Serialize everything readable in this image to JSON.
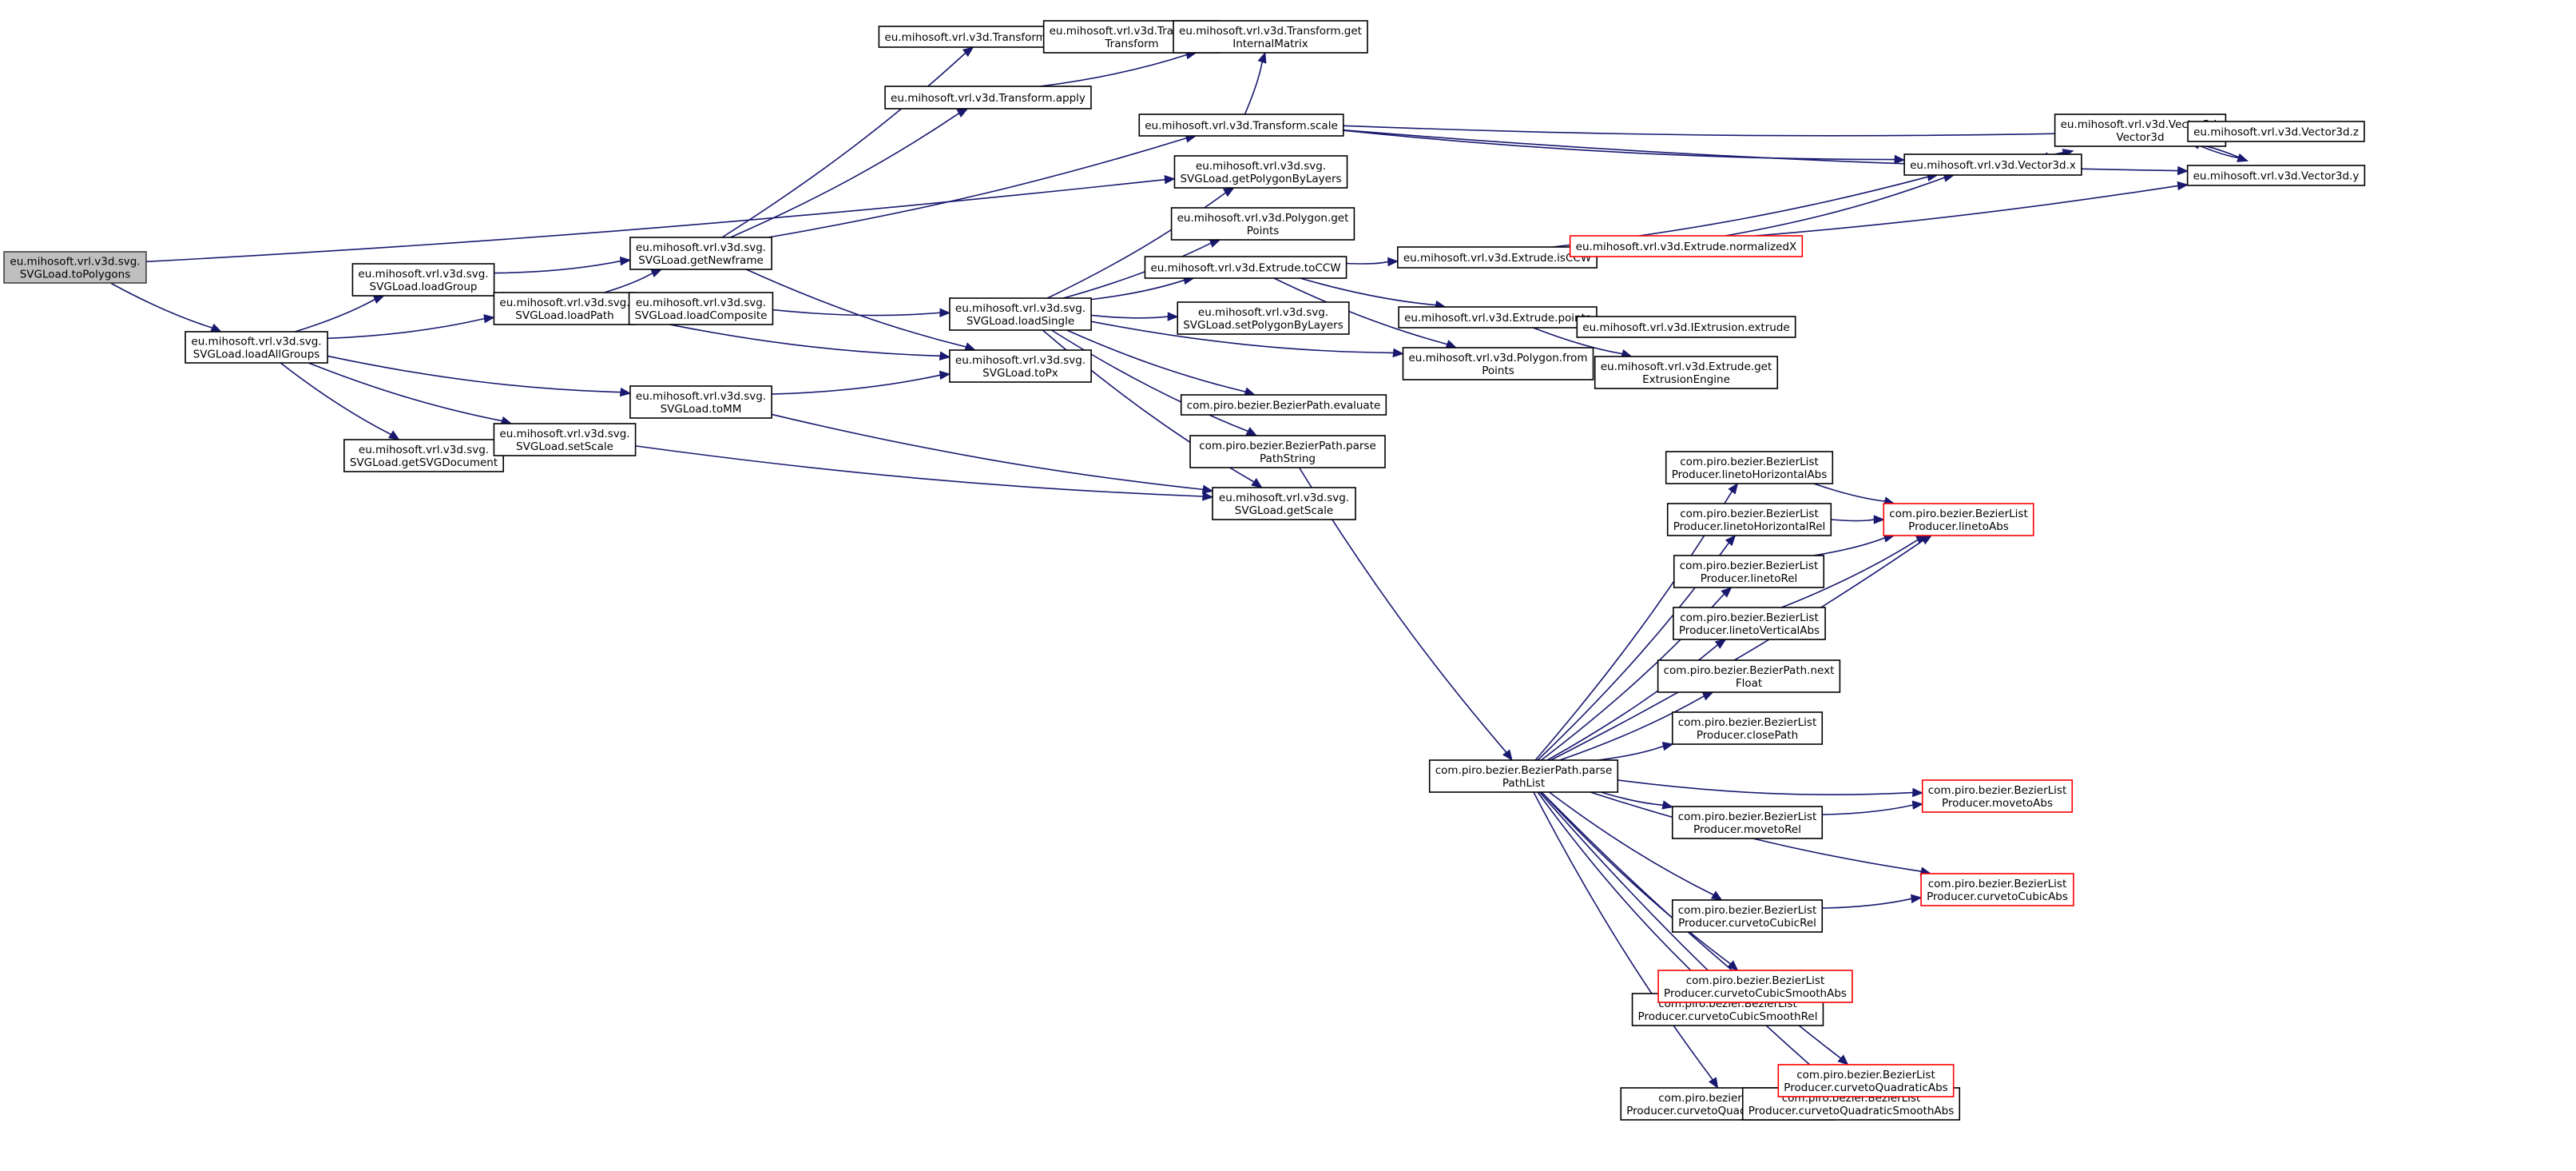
{
  "graph": {
    "title": "Call graph of eu.mihosoft.vrl.v3d.svg.SVGLoad.toPolygons",
    "colors": {
      "edge": "#191970",
      "root_fill": "#bfbfbf",
      "truncated_border": "#ff0000",
      "node_border": "#000000"
    },
    "nodes": [
      {
        "id": "toPolygons",
        "lines": [
          "eu.mihosoft.vrl.v3d.svg.",
          "SVGLoad.toPolygons"
        ],
        "style": "root"
      },
      {
        "id": "loadAllGroups",
        "lines": [
          "eu.mihosoft.vrl.v3d.svg.",
          "SVGLoad.loadAllGroups"
        ],
        "style": "normal"
      },
      {
        "id": "loadGroup",
        "lines": [
          "eu.mihosoft.vrl.v3d.svg.",
          "SVGLoad.loadGroup"
        ],
        "style": "normal"
      },
      {
        "id": "loadPath",
        "lines": [
          "eu.mihosoft.vrl.v3d.svg.",
          "SVGLoad.loadPath"
        ],
        "style": "normal"
      },
      {
        "id": "getSVGDocument",
        "lines": [
          "eu.mihosoft.vrl.v3d.svg.",
          "SVGLoad.getSVGDocument"
        ],
        "style": "normal"
      },
      {
        "id": "setScale",
        "lines": [
          "eu.mihosoft.vrl.v3d.svg.",
          "SVGLoad.setScale"
        ],
        "style": "normal"
      },
      {
        "id": "getNewframe",
        "lines": [
          "eu.mihosoft.vrl.v3d.svg.",
          "SVGLoad.getNewframe"
        ],
        "style": "normal"
      },
      {
        "id": "loadComposite",
        "lines": [
          "eu.mihosoft.vrl.v3d.svg.",
          "SVGLoad.loadComposite"
        ],
        "style": "normal"
      },
      {
        "id": "toMM",
        "lines": [
          "eu.mihosoft.vrl.v3d.svg.",
          "SVGLoad.toMM"
        ],
        "style": "normal"
      },
      {
        "id": "loadSingle",
        "lines": [
          "eu.mihosoft.vrl.v3d.svg.",
          "SVGLoad.loadSingle"
        ],
        "style": "normal"
      },
      {
        "id": "toPx",
        "lines": [
          "eu.mihosoft.vrl.v3d.svg.",
          "SVGLoad.toPx"
        ],
        "style": "normal"
      },
      {
        "id": "tInverse",
        "lines": [
          "eu.mihosoft.vrl.v3d.Transform.inverse"
        ],
        "style": "normal"
      },
      {
        "id": "tTransform",
        "lines": [
          "eu.mihosoft.vrl.v3d.Transform.",
          "Transform"
        ],
        "style": "normal"
      },
      {
        "id": "tGetInternalMatrix",
        "lines": [
          "eu.mihosoft.vrl.v3d.Transform.get",
          "InternalMatrix"
        ],
        "style": "normal"
      },
      {
        "id": "tApply",
        "lines": [
          "eu.mihosoft.vrl.v3d.Transform.apply"
        ],
        "style": "normal"
      },
      {
        "id": "tScale",
        "lines": [
          "eu.mihosoft.vrl.v3d.Transform.scale"
        ],
        "style": "normal"
      },
      {
        "id": "getPolygonByLayers",
        "lines": [
          "eu.mihosoft.vrl.v3d.svg.",
          "SVGLoad.getPolygonByLayers"
        ],
        "style": "normal"
      },
      {
        "id": "polyGetPoints",
        "lines": [
          "eu.mihosoft.vrl.v3d.Polygon.get",
          "Points"
        ],
        "style": "normal"
      },
      {
        "id": "toCCW",
        "lines": [
          "eu.mihosoft.vrl.v3d.Extrude.toCCW"
        ],
        "style": "normal"
      },
      {
        "id": "setPolygonByLayers",
        "lines": [
          "eu.mihosoft.vrl.v3d.svg.",
          "SVGLoad.setPolygonByLayers"
        ],
        "style": "normal"
      },
      {
        "id": "bpEvaluate",
        "lines": [
          "com.piro.bezier.BezierPath.evaluate"
        ],
        "style": "normal"
      },
      {
        "id": "bpParsePathString",
        "lines": [
          "com.piro.bezier.BezierPath.parse",
          "PathString"
        ],
        "style": "normal"
      },
      {
        "id": "getScale",
        "lines": [
          "eu.mihosoft.vrl.v3d.svg.",
          "SVGLoad.getScale"
        ],
        "style": "normal"
      },
      {
        "id": "isCCW",
        "lines": [
          "eu.mihosoft.vrl.v3d.Extrude.isCCW"
        ],
        "style": "normal"
      },
      {
        "id": "normalizedX",
        "lines": [
          "eu.mihosoft.vrl.v3d.Extrude.normalizedX"
        ],
        "style": "truncated"
      },
      {
        "id": "extrudePoints",
        "lines": [
          "eu.mihosoft.vrl.v3d.Extrude.points"
        ],
        "style": "normal"
      },
      {
        "id": "polyFromPoints",
        "lines": [
          "eu.mihosoft.vrl.v3d.Polygon.from",
          "Points"
        ],
        "style": "normal"
      },
      {
        "id": "iextrude",
        "lines": [
          "eu.mihosoft.vrl.v3d.IExtrusion.extrude"
        ],
        "style": "normal"
      },
      {
        "id": "getExtrusionEngine",
        "lines": [
          "eu.mihosoft.vrl.v3d.Extrude.get",
          "ExtrusionEngine"
        ],
        "style": "normal"
      },
      {
        "id": "v3x",
        "lines": [
          "eu.mihosoft.vrl.v3d.Vector3d.x"
        ],
        "style": "normal"
      },
      {
        "id": "v3ctor",
        "lines": [
          "eu.mihosoft.vrl.v3d.Vector3d.",
          "Vector3d"
        ],
        "style": "normal"
      },
      {
        "id": "v3z",
        "lines": [
          "eu.mihosoft.vrl.v3d.Vector3d.z"
        ],
        "style": "normal"
      },
      {
        "id": "v3y",
        "lines": [
          "eu.mihosoft.vrl.v3d.Vector3d.y"
        ],
        "style": "normal"
      },
      {
        "id": "parsePathList",
        "lines": [
          "com.piro.bezier.BezierPath.parse",
          "PathList"
        ],
        "style": "normal"
      },
      {
        "id": "linetoHorizontalAbs",
        "lines": [
          "com.piro.bezier.BezierList",
          "Producer.linetoHorizontalAbs"
        ],
        "style": "normal"
      },
      {
        "id": "linetoHorizontalRel",
        "lines": [
          "com.piro.bezier.BezierList",
          "Producer.linetoHorizontalRel"
        ],
        "style": "normal"
      },
      {
        "id": "linetoRel",
        "lines": [
          "com.piro.bezier.BezierList",
          "Producer.linetoRel"
        ],
        "style": "normal"
      },
      {
        "id": "linetoVerticalAbs",
        "lines": [
          "com.piro.bezier.BezierList",
          "Producer.linetoVerticalAbs"
        ],
        "style": "normal"
      },
      {
        "id": "nextFloat",
        "lines": [
          "com.piro.bezier.BezierPath.next",
          "Float"
        ],
        "style": "normal"
      },
      {
        "id": "closePath",
        "lines": [
          "com.piro.bezier.BezierList",
          "Producer.closePath"
        ],
        "style": "normal"
      },
      {
        "id": "movetoRel",
        "lines": [
          "com.piro.bezier.BezierList",
          "Producer.movetoRel"
        ],
        "style": "normal"
      },
      {
        "id": "curvetoCubicRel",
        "lines": [
          "com.piro.bezier.BezierList",
          "Producer.curvetoCubicRel"
        ],
        "style": "normal"
      },
      {
        "id": "curvetoCubicSmoothRel",
        "lines": [
          "com.piro.bezier.BezierList",
          "Producer.curvetoCubicSmoothRel"
        ],
        "style": "normal"
      },
      {
        "id": "curvetoQuadraticSmoothRel",
        "lines": [
          "com.piro.bezier.BezierList",
          "Producer.curvetoQuadraticSmoothRel"
        ],
        "style": "normal"
      },
      {
        "id": "curvetoQuadraticSmoothAbs",
        "lines": [
          "com.piro.bezier.BezierList",
          "Producer.curvetoQuadraticSmoothAbs"
        ],
        "style": "normal"
      },
      {
        "id": "linetoAbs",
        "lines": [
          "com.piro.bezier.BezierList",
          "Producer.linetoAbs"
        ],
        "style": "truncated"
      },
      {
        "id": "movetoAbs",
        "lines": [
          "com.piro.bezier.BezierList",
          "Producer.movetoAbs"
        ],
        "style": "truncated"
      },
      {
        "id": "curvetoCubicAbs",
        "lines": [
          "com.piro.bezier.BezierList",
          "Producer.curvetoCubicAbs"
        ],
        "style": "truncated"
      },
      {
        "id": "curvetoCubicSmoothAbs",
        "lines": [
          "com.piro.bezier.BezierList",
          "Producer.curvetoCubicSmoothAbs"
        ],
        "style": "truncated"
      },
      {
        "id": "curvetoQuadraticAbs",
        "lines": [
          "com.piro.bezier.BezierList",
          "Producer.curvetoQuadraticAbs"
        ],
        "style": "truncated"
      }
    ],
    "edges": [
      {
        "from": "toPolygons",
        "to": "loadAllGroups"
      },
      {
        "from": "toPolygons",
        "to": "getPolygonByLayers"
      },
      {
        "from": "loadAllGroups",
        "to": "loadGroup"
      },
      {
        "from": "loadAllGroups",
        "to": "loadPath"
      },
      {
        "from": "loadAllGroups",
        "to": "getSVGDocument"
      },
      {
        "from": "loadAllGroups",
        "to": "setScale"
      },
      {
        "from": "loadAllGroups",
        "to": "toMM"
      },
      {
        "from": "loadGroup",
        "to": "getNewframe"
      },
      {
        "from": "loadGroup",
        "to": "loadPath"
      },
      {
        "from": "loadPath",
        "to": "getNewframe"
      },
      {
        "from": "loadPath",
        "to": "loadComposite"
      },
      {
        "from": "loadPath",
        "to": "toPx"
      },
      {
        "from": "getNewframe",
        "to": "tInverse"
      },
      {
        "from": "getNewframe",
        "to": "tApply"
      },
      {
        "from": "getNewframe",
        "to": "tScale"
      },
      {
        "from": "getNewframe",
        "to": "toPx"
      },
      {
        "from": "loadComposite",
        "to": "loadSingle"
      },
      {
        "from": "toMM",
        "to": "toPx"
      },
      {
        "from": "toMM",
        "to": "getScale"
      },
      {
        "from": "setScale",
        "to": "getScale"
      },
      {
        "from": "tInverse",
        "to": "tTransform"
      },
      {
        "from": "tInverse",
        "to": "tGetInternalMatrix"
      },
      {
        "from": "tTransform",
        "to": "tGetInternalMatrix"
      },
      {
        "from": "tApply",
        "to": "tGetInternalMatrix"
      },
      {
        "from": "tScale",
        "to": "tGetInternalMatrix"
      },
      {
        "from": "tScale",
        "to": "v3x"
      },
      {
        "from": "tScale",
        "to": "v3y"
      },
      {
        "from": "tScale",
        "to": "v3z"
      },
      {
        "from": "loadSingle",
        "to": "getPolygonByLayers"
      },
      {
        "from": "loadSingle",
        "to": "polyGetPoints"
      },
      {
        "from": "loadSingle",
        "to": "toCCW"
      },
      {
        "from": "loadSingle",
        "to": "setPolygonByLayers"
      },
      {
        "from": "loadSingle",
        "to": "polyFromPoints"
      },
      {
        "from": "loadSingle",
        "to": "bpEvaluate"
      },
      {
        "from": "loadSingle",
        "to": "bpParsePathString"
      },
      {
        "from": "loadSingle",
        "to": "getScale"
      },
      {
        "from": "toCCW",
        "to": "isCCW"
      },
      {
        "from": "toCCW",
        "to": "extrudePoints"
      },
      {
        "from": "toCCW",
        "to": "polyFromPoints"
      },
      {
        "from": "isCCW",
        "to": "v3x"
      },
      {
        "from": "isCCW",
        "to": "normalizedX"
      },
      {
        "from": "isCCW",
        "to": "v3y"
      },
      {
        "from": "normalizedX",
        "to": "v3x"
      },
      {
        "from": "extrudePoints",
        "to": "iextrude"
      },
      {
        "from": "extrudePoints",
        "to": "getExtrusionEngine"
      },
      {
        "from": "v3x",
        "to": "v3ctor"
      },
      {
        "from": "v3ctor",
        "to": "v3x"
      },
      {
        "from": "v3ctor",
        "to": "v3z"
      },
      {
        "from": "v3ctor",
        "to": "v3y"
      },
      {
        "from": "v3z",
        "to": "v3ctor"
      },
      {
        "from": "v3y",
        "to": "v3ctor"
      },
      {
        "from": "bpParsePathString",
        "to": "parsePathList"
      },
      {
        "from": "parsePathList",
        "to": "linetoHorizontalAbs"
      },
      {
        "from": "parsePathList",
        "to": "linetoHorizontalRel"
      },
      {
        "from": "parsePathList",
        "to": "linetoRel"
      },
      {
        "from": "parsePathList",
        "to": "linetoVerticalAbs"
      },
      {
        "from": "parsePathList",
        "to": "nextFloat"
      },
      {
        "from": "parsePathList",
        "to": "closePath"
      },
      {
        "from": "parsePathList",
        "to": "movetoRel"
      },
      {
        "from": "parsePathList",
        "to": "curvetoCubicRel"
      },
      {
        "from": "parsePathList",
        "to": "curvetoCubicSmoothRel"
      },
      {
        "from": "parsePathList",
        "to": "curvetoQuadraticSmoothRel"
      },
      {
        "from": "parsePathList",
        "to": "curvetoQuadraticSmoothAbs"
      },
      {
        "from": "parsePathList",
        "to": "linetoAbs"
      },
      {
        "from": "parsePathList",
        "to": "movetoAbs"
      },
      {
        "from": "parsePathList",
        "to": "curvetoCubicAbs"
      },
      {
        "from": "parsePathList",
        "to": "curvetoCubicSmoothAbs"
      },
      {
        "from": "parsePathList",
        "to": "curvetoQuadraticAbs"
      },
      {
        "from": "linetoHorizontalAbs",
        "to": "linetoAbs"
      },
      {
        "from": "linetoHorizontalRel",
        "to": "linetoAbs"
      },
      {
        "from": "linetoRel",
        "to": "linetoAbs"
      },
      {
        "from": "linetoVerticalAbs",
        "to": "linetoAbs"
      },
      {
        "from": "movetoRel",
        "to": "movetoAbs"
      },
      {
        "from": "curvetoCubicRel",
        "to": "curvetoCubicAbs"
      },
      {
        "from": "curvetoCubicSmoothRel",
        "to": "curvetoCubicSmoothAbs"
      },
      {
        "from": "curvetoQuadraticSmoothRel",
        "to": "curvetoQuadraticSmoothAbs"
      },
      {
        "from": "curvetoQuadraticSmoothAbs",
        "to": "curvetoQuadraticAbs"
      }
    ]
  }
}
